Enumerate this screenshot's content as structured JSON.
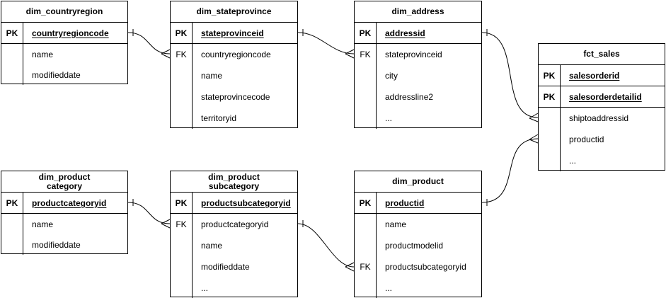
{
  "diagram": {
    "type": "entity-relationship",
    "notation": "crow-foot",
    "line_color": "#000000",
    "background_color": "#ffffff"
  },
  "tables": [
    {
      "title": "dim_countryregion",
      "rows": [
        {
          "key": "PK",
          "field": "countryregioncode"
        },
        {
          "key": "",
          "field": "name"
        },
        {
          "key": "",
          "field": "modifieddate"
        }
      ]
    },
    {
      "title": "dim_stateprovince",
      "rows": [
        {
          "key": "PK",
          "field": "stateprovinceid"
        },
        {
          "key": "FK",
          "field": "countryregioncode"
        },
        {
          "key": "",
          "field": "name"
        },
        {
          "key": "",
          "field": "stateprovincecode"
        },
        {
          "key": "",
          "field": "territoryid"
        }
      ]
    },
    {
      "title": "dim_address",
      "rows": [
        {
          "key": "PK",
          "field": "addressid"
        },
        {
          "key": "FK",
          "field": "stateprovinceid"
        },
        {
          "key": "",
          "field": "city"
        },
        {
          "key": "",
          "field": "addressline2"
        },
        {
          "key": "",
          "field": "..."
        }
      ]
    },
    {
      "title": "fct_sales",
      "rows": [
        {
          "key": "PK",
          "field": "salesorderid"
        },
        {
          "key": "PK",
          "field": "salesorderdetailid"
        },
        {
          "key": "",
          "field": "shiptoaddressid"
        },
        {
          "key": "",
          "field": "productid"
        },
        {
          "key": "",
          "field": "..."
        }
      ]
    },
    {
      "title": "dim_product\ncategory",
      "rows": [
        {
          "key": "PK",
          "field": "productcategoryid"
        },
        {
          "key": "",
          "field": "name"
        },
        {
          "key": "",
          "field": "modifieddate"
        }
      ]
    },
    {
      "title": "dim_product\nsubcategory",
      "rows": [
        {
          "key": "PK",
          "field": "productsubcategoryid"
        },
        {
          "key": "FK",
          "field": "productcategoryid"
        },
        {
          "key": "",
          "field": "name"
        },
        {
          "key": "",
          "field": "modifieddate"
        },
        {
          "key": "",
          "field": "..."
        }
      ]
    },
    {
      "title": "dim_product",
      "rows": [
        {
          "key": "PK",
          "field": "productid"
        },
        {
          "key": "",
          "field": "name"
        },
        {
          "key": "",
          "field": "productmodelid"
        },
        {
          "key": "FK",
          "field": "productsubcategoryid"
        },
        {
          "key": "",
          "field": "..."
        }
      ]
    }
  ],
  "relationships": [
    {
      "from_table": "dim_countryregion",
      "from_field": "countryregioncode",
      "to_table": "dim_stateprovince",
      "to_field": "countryregioncode",
      "cardinality": "one-to-many"
    },
    {
      "from_table": "dim_stateprovince",
      "from_field": "stateprovinceid",
      "to_table": "dim_address",
      "to_field": "stateprovinceid",
      "cardinality": "one-to-many"
    },
    {
      "from_table": "dim_address",
      "from_field": "addressid",
      "to_table": "fct_sales",
      "to_field": "shiptoaddressid",
      "cardinality": "one-to-many"
    },
    {
      "from_table": "dim_product",
      "from_field": "productid",
      "to_table": "fct_sales",
      "to_field": "productid",
      "cardinality": "one-to-many"
    },
    {
      "from_table": "dim_productcategory",
      "from_field": "productcategoryid",
      "to_table": "dim_productsubcategory",
      "to_field": "productcategoryid",
      "cardinality": "one-to-many"
    },
    {
      "from_table": "dim_productsubcategory",
      "from_field": "productsubcategoryid",
      "to_table": "dim_product",
      "to_field": "productsubcategoryid",
      "cardinality": "one-to-many"
    }
  ]
}
